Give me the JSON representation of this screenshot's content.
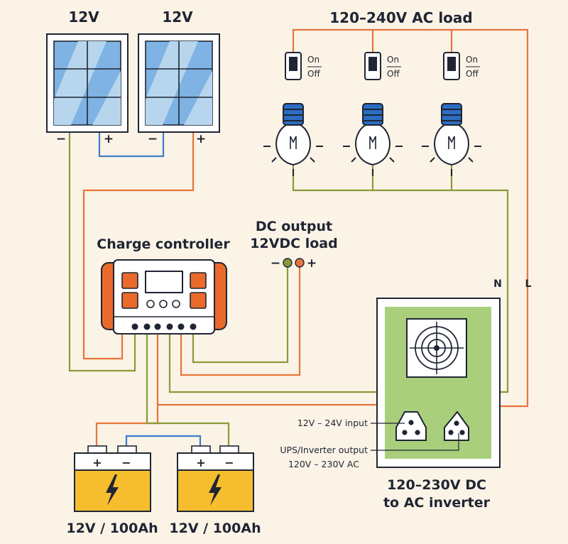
{
  "colors": {
    "background": "#FBF3E6",
    "wire_orange": "#E8743B",
    "wire_green": "#8A9A3A",
    "wire_blue": "#3D7DCC",
    "panel_blue": "#7EB3E3",
    "panel_light": "#B7D6EE",
    "controller_orange": "#E96A2A",
    "battery_yellow": "#F6BE2E",
    "inverter_green": "#A9CF7C",
    "bulb_blue": "#2B6DC2",
    "outline": "#1F2533"
  },
  "solar_panels": [
    {
      "label": "12V",
      "neg": "−",
      "pos": "+"
    },
    {
      "label": "12V",
      "neg": "−",
      "pos": "+"
    }
  ],
  "ac_load": {
    "title": "120–240V AC load",
    "switch_on": "On",
    "switch_off": "Off"
  },
  "charge_controller": {
    "title": "Charge controller"
  },
  "dc_output": {
    "line1": "DC output",
    "line2": "12VDC load",
    "neg": "−",
    "pos": "+"
  },
  "batteries": [
    {
      "label": "12V / 100Ah",
      "pos": "+",
      "neg": "−"
    },
    {
      "label": "12V / 100Ah",
      "pos": "+",
      "neg": "−"
    }
  ],
  "inverter": {
    "title_line1": "120–230V DC",
    "title_line2": "to AC inverter",
    "input_label": "12V – 24V input",
    "output_label_line1": "UPS/Inverter output",
    "output_label_line2": "120V – 230V AC",
    "neutral": "N",
    "live": "L"
  }
}
